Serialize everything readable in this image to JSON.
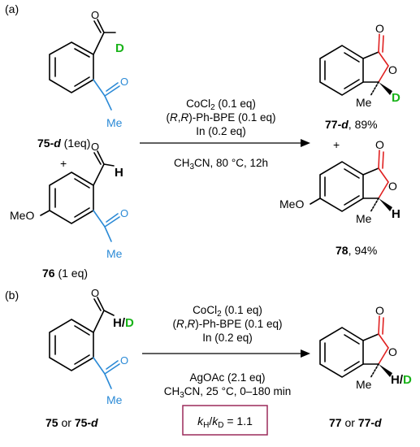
{
  "colors": {
    "bond": "#000000",
    "acyl_blue": "#2b8ad6",
    "deuterium_green": "#1ab31a",
    "lactone_red": "#e02020",
    "kie_box": "#9b2a5a"
  },
  "panel_a": {
    "label": "(a)",
    "reactant_1": {
      "compound": "75-d",
      "number": "75",
      "suffix": "-d",
      "amount": " (1eq)",
      "aldehyde_label": "D",
      "acyl_label": "Me"
    },
    "plus_1": "+",
    "reactant_2": {
      "number": "76",
      "amount": " (1 eq)",
      "aldehyde_label": "H",
      "acyl_label": "Me",
      "substituent": "MeO"
    },
    "conditions_top": [
      {
        "pre": "CoCl",
        "sub": "2",
        "post": " (0.1 eq)"
      },
      {
        "ital_1": "R",
        "mid": ",",
        "ital_2": "R",
        "post": ")-Ph-BPE (0.1 eq)",
        "open": "("
      },
      {
        "text": "In (0.2 eq)"
      }
    ],
    "conditions_bottom": {
      "pre": "CH",
      "sub": "3",
      "post": "CN, 80 °C, 12h"
    },
    "product_1": {
      "number": "77",
      "suffix": "-d",
      "yield": ", 89%",
      "carbonyl_o": "O",
      "ring_o": "O",
      "methyl": "Me",
      "label": "D"
    },
    "plus_2": "+",
    "product_2": {
      "number": "78",
      "yield": ", 94%",
      "carbonyl_o": "O",
      "ring_o": "O",
      "methyl": "Me",
      "label": "H",
      "substituent": "MeO"
    }
  },
  "panel_b": {
    "label": "(b)",
    "reactant": {
      "number_1": "75",
      "or": " or ",
      "number_2": "75",
      "suffix": "-d",
      "aldehyde_o": "O",
      "h": "H",
      "slash": "/",
      "d": "D",
      "acyl_o": "O",
      "acyl_label": "Me"
    },
    "conditions_top": [
      {
        "pre": "CoCl",
        "sub": "2",
        "post": " (0.1 eq)"
      },
      {
        "ital_1": "R",
        "mid": ",",
        "ital_2": "R",
        "post": ")-Ph-BPE (0.1 eq)",
        "open": "("
      },
      {
        "text": "In (0.2 eq)"
      }
    ],
    "conditions_bottom": [
      {
        "text": "AgOAc (2.1 eq)"
      },
      {
        "pre": "CH",
        "sub": "3",
        "post": "CN, 25 °C, 0–180 min"
      }
    ],
    "kie": {
      "k1": "k",
      "s1": "H",
      "slash": "/",
      "k2": "k",
      "s2": "D",
      "value": " = 1.1"
    },
    "product": {
      "number_1": "77",
      "or": " or ",
      "number_2": "77",
      "suffix": "-d",
      "carbonyl_o": "O",
      "ring_o": "O",
      "methyl": "Me",
      "h": "H",
      "slash": "/",
      "d": "D"
    }
  }
}
